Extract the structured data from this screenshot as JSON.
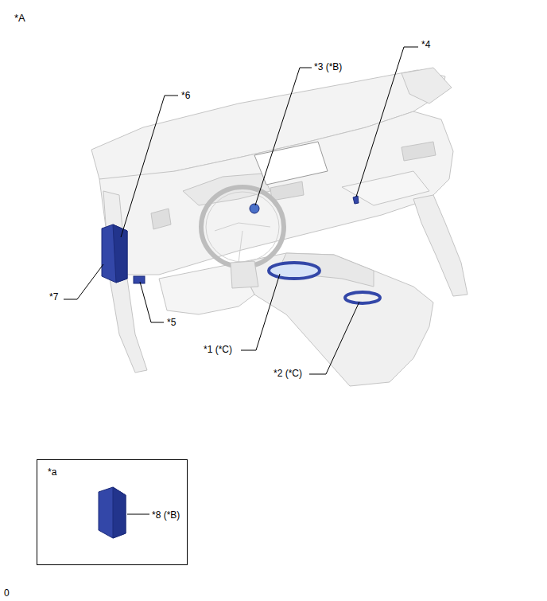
{
  "diagram": {
    "nodes": [
      {
        "text": [
          "*a",
          "*8 (*B)"
        ]
      }
    ],
    "labels": [
      "*A",
      "*4",
      "*3 (*B)",
      "*6",
      "*7",
      "*5",
      "*1 (*C)",
      "*2 (*C)",
      "0"
    ]
  }
}
